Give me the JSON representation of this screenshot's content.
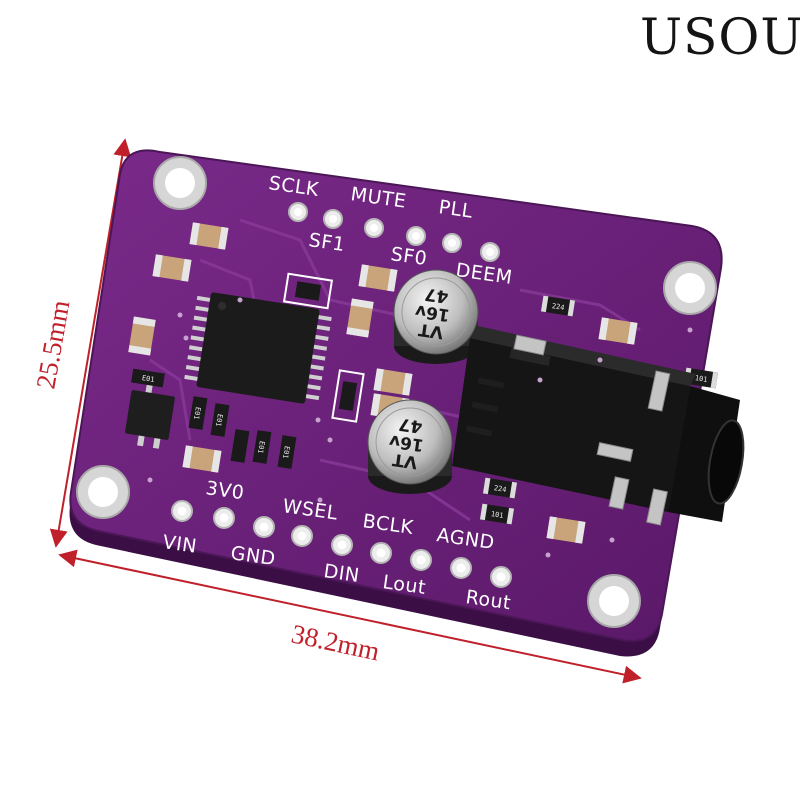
{
  "brand": {
    "text": "USOU"
  },
  "dimensions": {
    "height_label": "25.5mm",
    "width_label": "38.2mm"
  },
  "board": {
    "pcb_color": "#6a1f7a",
    "top_header_labels": [
      "SCLK",
      "MUTE",
      "PLL",
      "SF1",
      "SF0",
      "DEEM"
    ],
    "bottom_header_labels": [
      "3V0",
      "WSEL",
      "BCLK",
      "AGND",
      "VIN",
      "GND",
      "DIN",
      "Lout",
      "Rout"
    ],
    "capacitor_markings": {
      "value": "47",
      "voltage": "16v",
      "series": "VT"
    },
    "smd_markings": [
      "224",
      "101",
      "224",
      "101",
      "E01",
      "E01",
      "E01",
      "E01",
      "E01"
    ]
  },
  "colors": {
    "dimension_red": "#c0202a",
    "silkscreen": "#ffffff"
  }
}
